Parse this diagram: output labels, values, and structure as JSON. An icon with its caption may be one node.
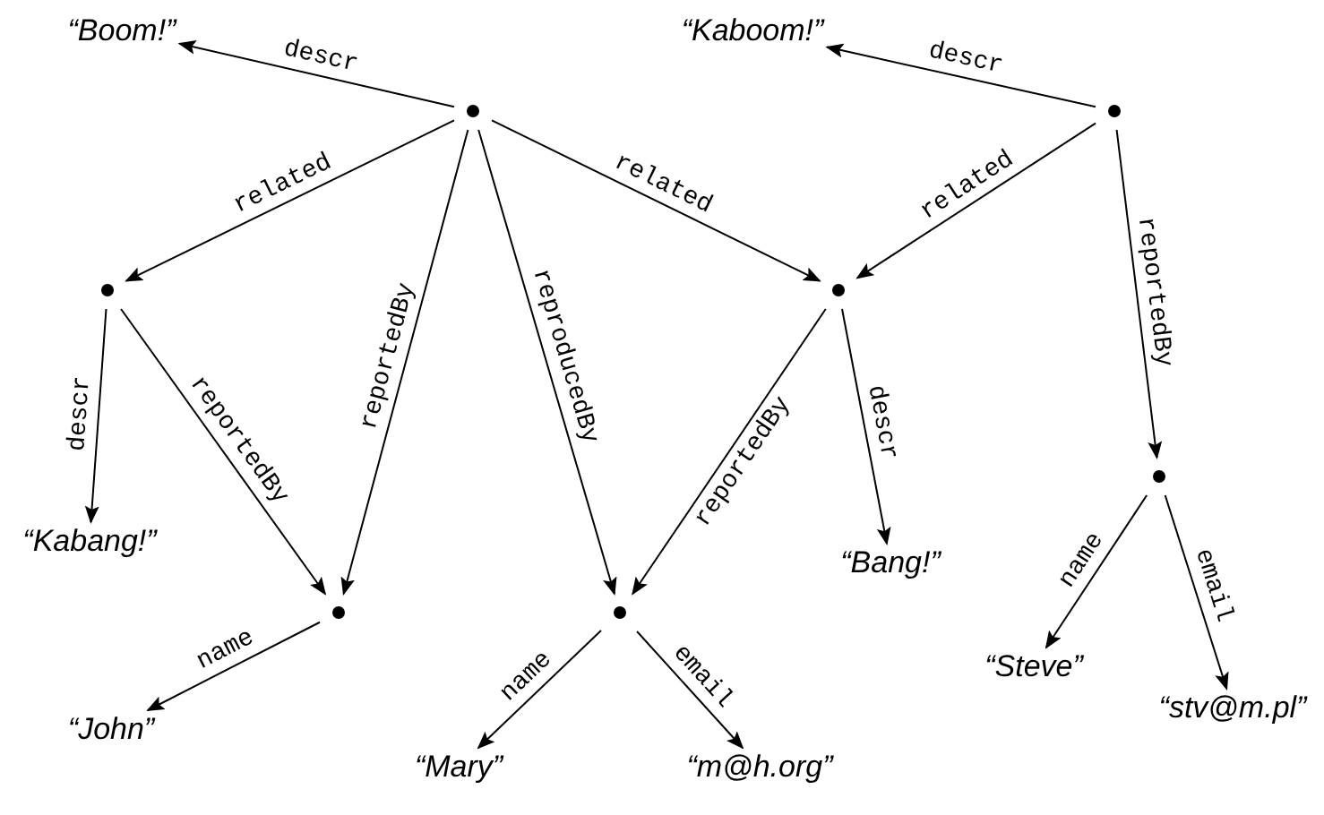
{
  "diagram": {
    "nodes": [
      {
        "text": [
          "“Boom!”"
        ]
      },
      {
        "text": [],
        "shape": "circle"
      },
      {
        "text": [
          "“Kaboom!”"
        ]
      },
      {
        "text": [],
        "shape": "circle"
      },
      {
        "text": [],
        "shape": "circle"
      },
      {
        "text": [],
        "shape": "circle"
      },
      {
        "text": [],
        "shape": "circle"
      },
      {
        "text": [
          "“Kabang!”"
        ]
      },
      {
        "text": [
          "“Bang!”"
        ]
      },
      {
        "text": [],
        "shape": "circle"
      },
      {
        "text": [],
        "shape": "circle"
      },
      {
        "text": [
          "“Steve”"
        ]
      },
      {
        "text": [
          "“John”"
        ]
      },
      {
        "text": [
          "“stv@m.pl”"
        ]
      },
      {
        "text": [
          "“Mary”"
        ]
      },
      {
        "text": [
          "“m@h.org”"
        ]
      }
    ],
    "edges": [
      {
        "from": 1,
        "to": 0,
        "arrow": "to",
        "label": "descr"
      },
      {
        "from": 1,
        "to": 4,
        "arrow": "to",
        "label": "related"
      },
      {
        "from": 1,
        "to": 9,
        "arrow": "to",
        "label": "reportedBy"
      },
      {
        "from": 1,
        "to": 10,
        "arrow": "to",
        "label": "reproducedBy"
      },
      {
        "from": 1,
        "to": 5,
        "arrow": "to",
        "label": "related"
      },
      {
        "from": 4,
        "to": 7,
        "arrow": "to",
        "label": "descr"
      },
      {
        "from": 4,
        "to": 9,
        "arrow": "to",
        "label": "reportedBy"
      },
      {
        "from": 9,
        "to": 12,
        "arrow": "to",
        "label": "name"
      },
      {
        "from": 10,
        "to": 14,
        "arrow": "to",
        "label": "name"
      },
      {
        "from": 10,
        "to": 15,
        "arrow": "to",
        "label": "email"
      },
      {
        "from": 5,
        "to": 10,
        "arrow": "to",
        "label": "reportedBy"
      },
      {
        "from": 5,
        "to": 8,
        "arrow": "to",
        "label": "descr"
      },
      {
        "from": 3,
        "to": 2,
        "arrow": "to",
        "label": "descr"
      },
      {
        "from": 3,
        "to": 5,
        "arrow": "to",
        "label": "related"
      },
      {
        "from": 3,
        "to": 6,
        "arrow": "to",
        "label": "reportedBy"
      },
      {
        "from": 6,
        "to": 11,
        "arrow": "to",
        "label": "name"
      },
      {
        "from": 6,
        "to": 13,
        "arrow": "to",
        "label": "email"
      }
    ]
  }
}
